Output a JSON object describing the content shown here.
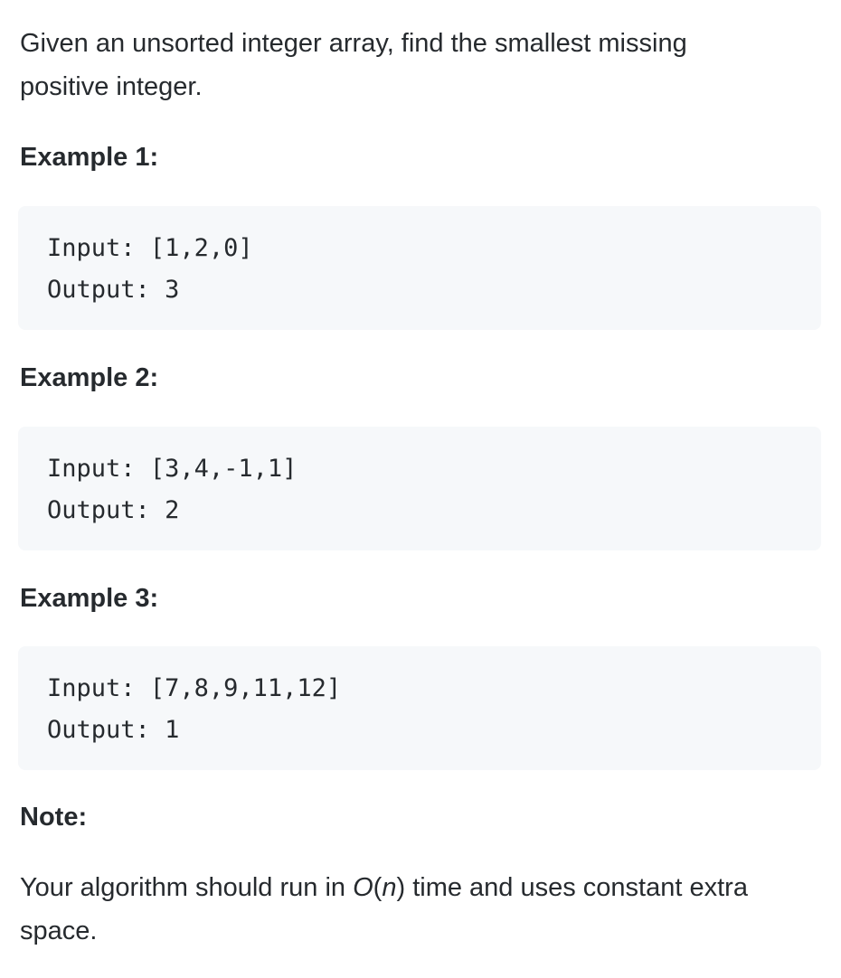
{
  "intro": "Given an unsorted integer array, find the smallest missing positive integer.",
  "examples": [
    {
      "heading": "Example 1:",
      "input_label": "Input:",
      "input_value": "[1,2,0]",
      "output_label": "Output:",
      "output_value": "3"
    },
    {
      "heading": "Example 2:",
      "input_label": "Input:",
      "input_value": "[3,4,-1,1]",
      "output_label": "Output:",
      "output_value": "2"
    },
    {
      "heading": "Example 3:",
      "input_label": "Input:",
      "input_value": "[7,8,9,11,12]",
      "output_label": "Output:",
      "output_value": "1"
    }
  ],
  "note": {
    "heading": "Note:",
    "text_before": "Your algorithm should run in ",
    "big_o": "O",
    "paren_open": "(",
    "n": "n",
    "paren_close": ")",
    "text_after": " time and uses constant extra space."
  }
}
